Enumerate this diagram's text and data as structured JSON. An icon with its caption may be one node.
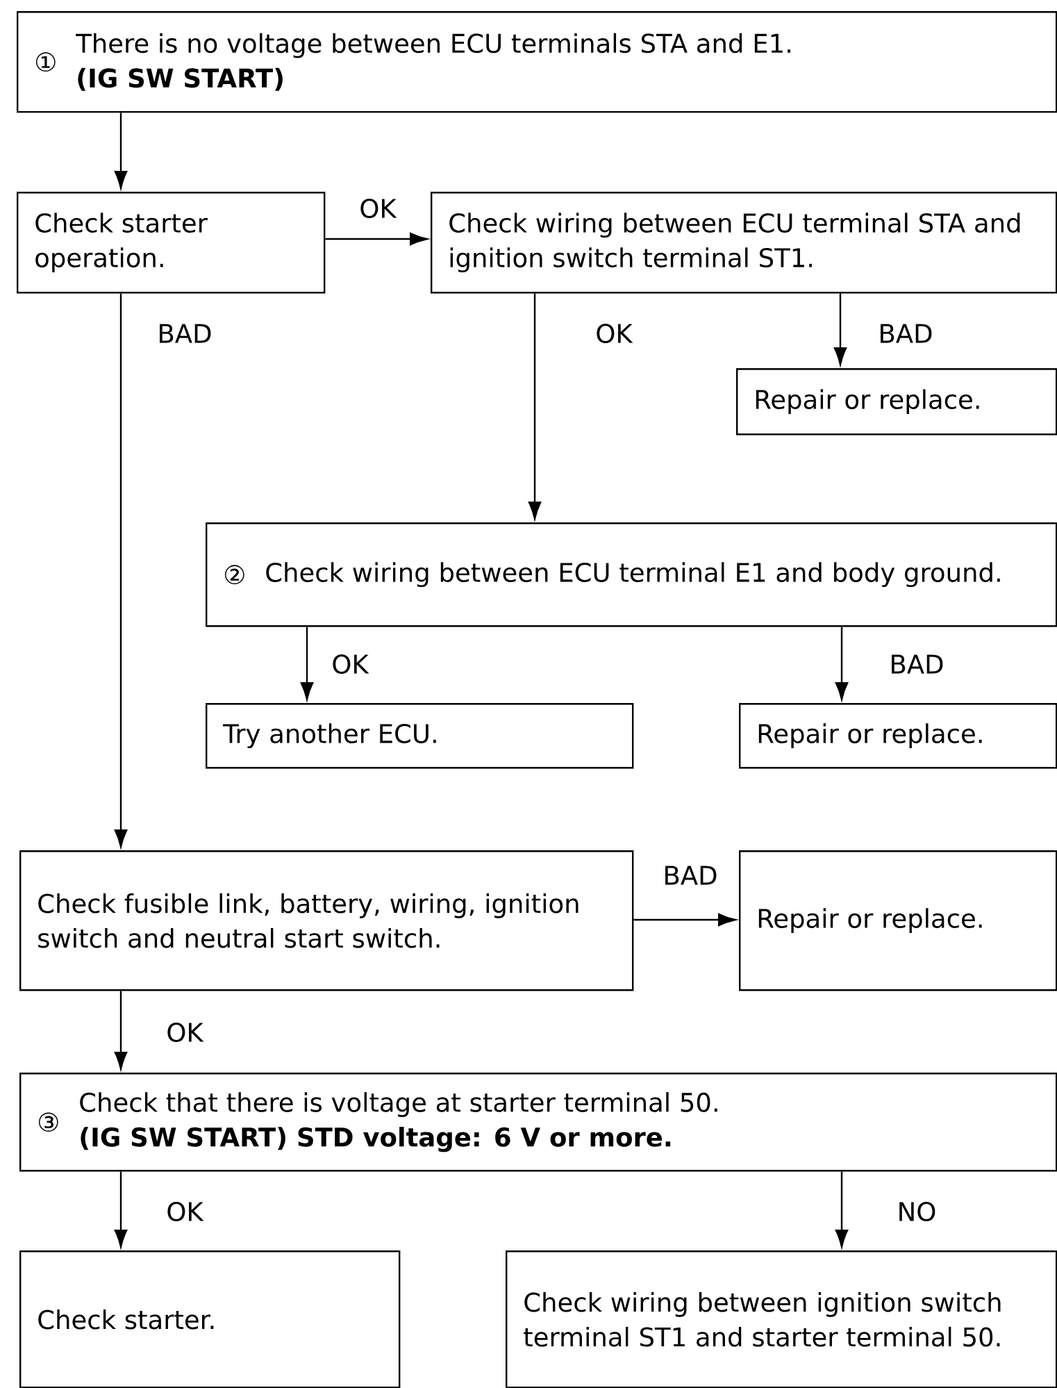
{
  "diagram": {
    "nodes": [
      {
        "text": [
          "①",
          "There is no voltage between ECU terminals STA and E1.",
          "(IG SW START)"
        ]
      },
      {
        "text": [
          "Check starter operation."
        ]
      },
      {
        "text": [
          "Check wiring between ECU terminal STA and ignition switch terminal ST1."
        ]
      },
      {
        "text": [
          "Repair or replace."
        ]
      },
      {
        "text": [
          "②",
          "Check wiring between ECU terminal E1 and body ground."
        ]
      },
      {
        "text": [
          "Try another ECU."
        ]
      },
      {
        "text": [
          "Repair or replace."
        ]
      },
      {
        "text": [
          "Check fusible link, battery, wiring, ignition switch and neutral start switch."
        ]
      },
      {
        "text": [
          "Repair or replace."
        ]
      },
      {
        "text": [
          "③",
          "Check that there is voltage at starter terminal 50.",
          "(IG SW START) STD voltage: 6 V or more."
        ]
      },
      {
        "text": [
          "Check starter."
        ]
      },
      {
        "text": [
          "Check wiring between ignition switch terminal ST1 and starter terminal 50."
        ]
      }
    ],
    "edges": [
      {
        "from": 0,
        "to": 1,
        "arrow": "to"
      },
      {
        "from": 1,
        "to": 2,
        "arrow": "to",
        "label": "OK"
      },
      {
        "from": 1,
        "to": 7,
        "arrow": "to",
        "label": "BAD"
      },
      {
        "from": 2,
        "to": 4,
        "arrow": "to",
        "label": "OK"
      },
      {
        "from": 2,
        "to": 3,
        "arrow": "to",
        "label": "BAD"
      },
      {
        "from": 4,
        "to": 5,
        "arrow": "to",
        "label": "OK"
      },
      {
        "from": 4,
        "to": 6,
        "arrow": "to",
        "label": "BAD"
      },
      {
        "from": 7,
        "to": 8,
        "arrow": "to",
        "label": "BAD"
      },
      {
        "from": 7,
        "to": 9,
        "arrow": "to",
        "label": "OK"
      },
      {
        "from": 9,
        "to": 10,
        "arrow": "to",
        "label": "OK"
      },
      {
        "from": 9,
        "to": 11,
        "arrow": "to",
        "label": "NO"
      }
    ]
  }
}
